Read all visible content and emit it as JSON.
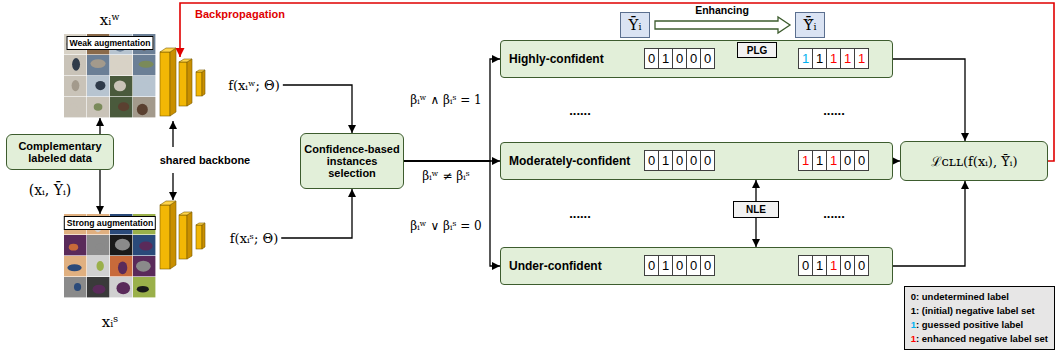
{
  "diagram": {
    "nodes": [
      {
        "text": [
          "Complementary labeled data"
        ]
      },
      {
        "text": [
          "Weak augmentation"
        ]
      },
      {
        "text": [
          "Strong augmentation"
        ]
      },
      {
        "text": [
          "Confidence-based instances selection"
        ]
      },
      {
        "text": [
          "Ȳᵢ"
        ]
      },
      {
        "text": [
          "Ȳ̂ᵢ"
        ]
      },
      {
        "text": [
          "Highly-confident"
        ]
      },
      {
        "text": [
          "PLG"
        ],
        "in": 6
      },
      {
        "text": [
          "Moderately-confident"
        ]
      },
      {
        "text": [
          "NLE"
        ]
      },
      {
        "text": [
          "Under-confident"
        ]
      },
      {
        "text": [
          "ℒᴄʟʟ(f(xᵢ), Ȳ̂ᵢ)"
        ]
      }
    ],
    "edges": [
      {
        "from": 0,
        "to": 1,
        "arrow": "to"
      },
      {
        "from": 0,
        "to": 2,
        "arrow": "to"
      },
      {
        "from": 3,
        "to": 6,
        "label": "βᵢʷ ∧ βᵢˢ = 1",
        "arrow": "to"
      },
      {
        "from": 3,
        "to": 8,
        "label": "βᵢʷ ≠ βᵢˢ",
        "arrow": "to"
      },
      {
        "from": 3,
        "to": 10,
        "label": "βᵢʷ ∨ βᵢˢ = 0",
        "arrow": "to"
      },
      {
        "from": 4,
        "to": 5,
        "label": "Enhancing",
        "arrow": "to"
      },
      {
        "from": 6,
        "to": 11,
        "arrow": "to"
      },
      {
        "from": 8,
        "to": 11,
        "arrow": "to"
      },
      {
        "from": 10,
        "to": 11,
        "arrow": "to"
      },
      {
        "from": 9,
        "to": 8,
        "arrow": "to"
      },
      {
        "from": 9,
        "to": 10,
        "arrow": "to"
      }
    ],
    "labels": [
      "Backpropagation",
      "xᵢʷ",
      "shared backbone",
      "xᵢˢ",
      "(xᵢ, Ȳᵢ)",
      "f(xᵢʷ; Θ)",
      "f(xᵢˢ; Θ)",
      "......",
      "......",
      "......",
      "......",
      "0",
      "1",
      "0",
      "0",
      "0",
      "1",
      "1",
      "1",
      "1",
      "1",
      "0",
      "1",
      "0",
      "0",
      "0",
      "1",
      "1",
      "1",
      "0",
      "0",
      "0",
      "1",
      "0",
      "0",
      "0",
      "0",
      "1",
      "1",
      "0",
      "0"
    ],
    "legend": [
      {
        "text": "0: undetermined label",
        "color": "#000000"
      },
      {
        "text": "1: (initial) negative label set",
        "color": "#000000"
      },
      {
        "text": "1: guessed positive label",
        "color": "#00b0f0"
      },
      {
        "text": "1: enhanced negative label set",
        "color": "#ff0000"
      }
    ]
  }
}
